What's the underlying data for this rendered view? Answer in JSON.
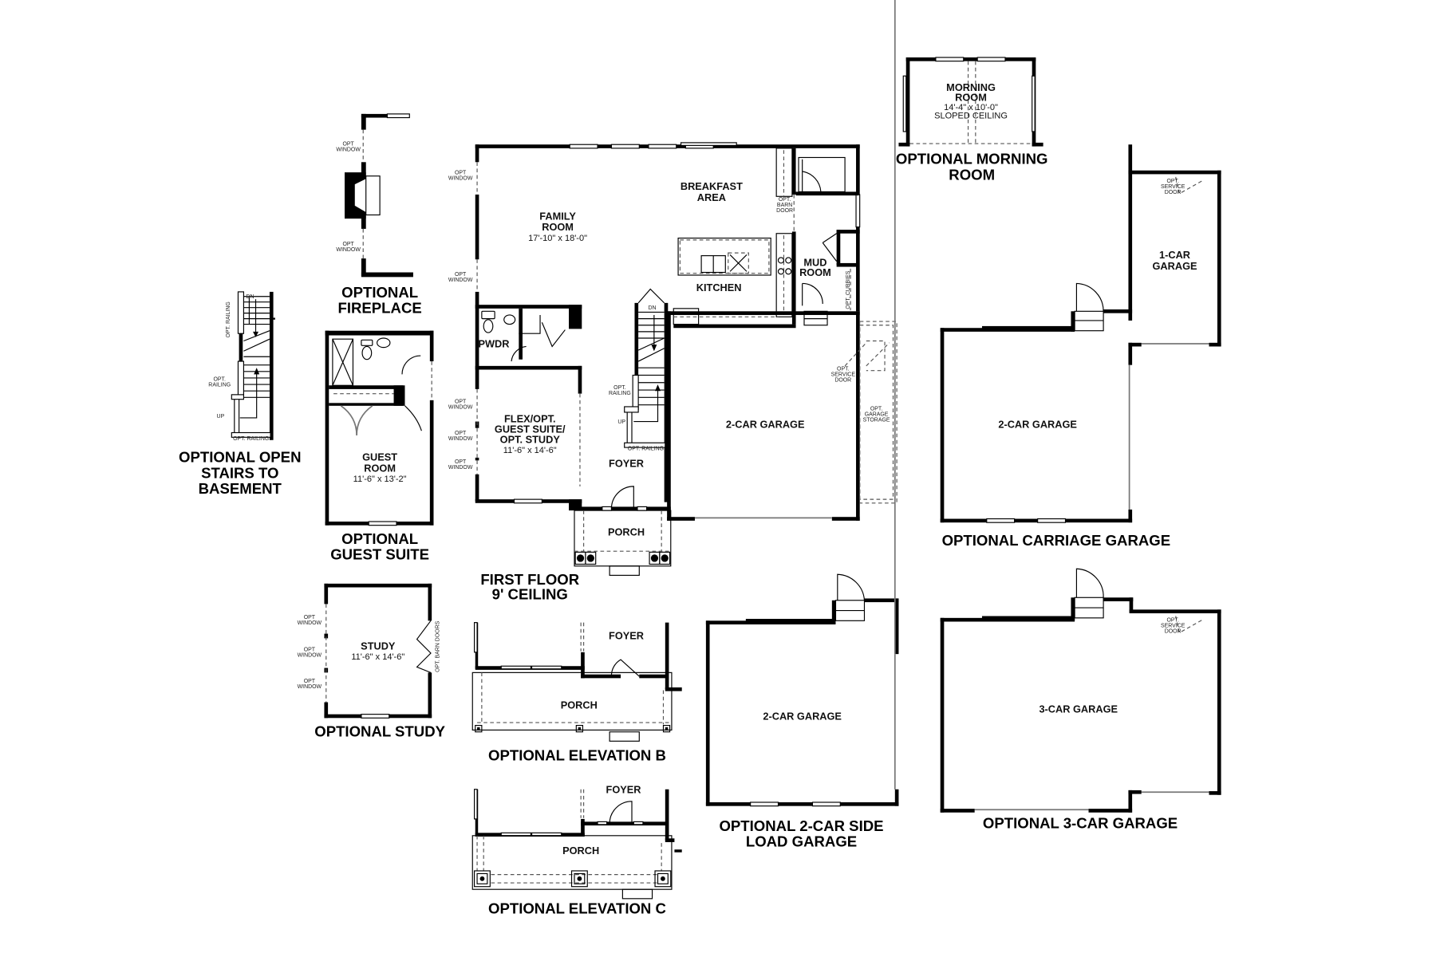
{
  "main_plan": {
    "title_line1": "FIRST FLOOR",
    "title_line2": "9' CEILING",
    "rooms": {
      "family_room": {
        "name_line1": "FAMILY",
        "name_line2": "ROOM",
        "dims": "17'-10\" x 18'-0\""
      },
      "breakfast_area": {
        "name_line1": "BREAKFAST",
        "name_line2": "AREA"
      },
      "kitchen": {
        "name": "KITCHEN"
      },
      "mud_room": {
        "name_line1": "MUD",
        "name_line2": "ROOM"
      },
      "pwdr": {
        "name": "PWDR"
      },
      "flex": {
        "name_line1": "FLEX/OPT.",
        "name_line2": "GUEST SUITE/",
        "name_line3": "OPT. STUDY",
        "dims": "11'-6\" x 14'-6\""
      },
      "foyer": {
        "name": "FOYER"
      },
      "porch": {
        "name": "PORCH"
      },
      "garage": {
        "name": "2-CAR GARAGE"
      }
    },
    "notes": {
      "opt": "OPT.",
      "opt_nodot": "OPT",
      "window": "WINDOW",
      "barn": "BARN",
      "door": "DOOR",
      "service": "SERVICE",
      "garage": "GARAGE",
      "storage": "STORAGE",
      "opt_cubbies": "OPT. CUBBIES",
      "railing": "RAILING",
      "opt_railing": "OPT. RAILING",
      "dn": "DN",
      "up": "UP"
    }
  },
  "options": {
    "fireplace": {
      "title_line1": "OPTIONAL",
      "title_line2": "FIREPLACE"
    },
    "open_stairs": {
      "title_line1": "OPTIONAL OPEN",
      "title_line2": "STAIRS TO",
      "title_line3": "BASEMENT"
    },
    "guest_suite": {
      "title_line1": "OPTIONAL",
      "title_line2": "GUEST SUITE",
      "room_line1": "GUEST",
      "room_line2": "ROOM",
      "dims": "11'-6\" x 13'-2\""
    },
    "study": {
      "title": "OPTIONAL STUDY",
      "room": "STUDY",
      "dims": "11'-6\" x 14'-6\"",
      "barn_doors": "OPT. BARN DOORS"
    },
    "elevation_b": {
      "title": "OPTIONAL ELEVATION B",
      "foyer": "FOYER",
      "porch": "PORCH"
    },
    "elevation_c": {
      "title": "OPTIONAL ELEVATION C",
      "foyer": "FOYER",
      "porch": "PORCH"
    },
    "morning_room": {
      "title_line1": "OPTIONAL MORNING",
      "title_line2": "ROOM",
      "room_line1": "MORNING",
      "room_line2": "ROOM",
      "dims": "14'-4\" x 10'-0\"",
      "ceiling": "SLOPED CEILING"
    },
    "carriage_garage": {
      "title": "OPTIONAL CARRIAGE GARAGE",
      "one_car_line1": "1-CAR",
      "one_car_line2": "GARAGE",
      "two_car": "2-CAR GARAGE"
    },
    "side_load_garage": {
      "title_line1": "OPTIONAL 2-CAR SIDE",
      "title_line2": "LOAD GARAGE",
      "garage": "2-CAR GARAGE"
    },
    "three_car_garage": {
      "title": "OPTIONAL 3-CAR GARAGE",
      "garage": "3-CAR GARAGE"
    }
  }
}
